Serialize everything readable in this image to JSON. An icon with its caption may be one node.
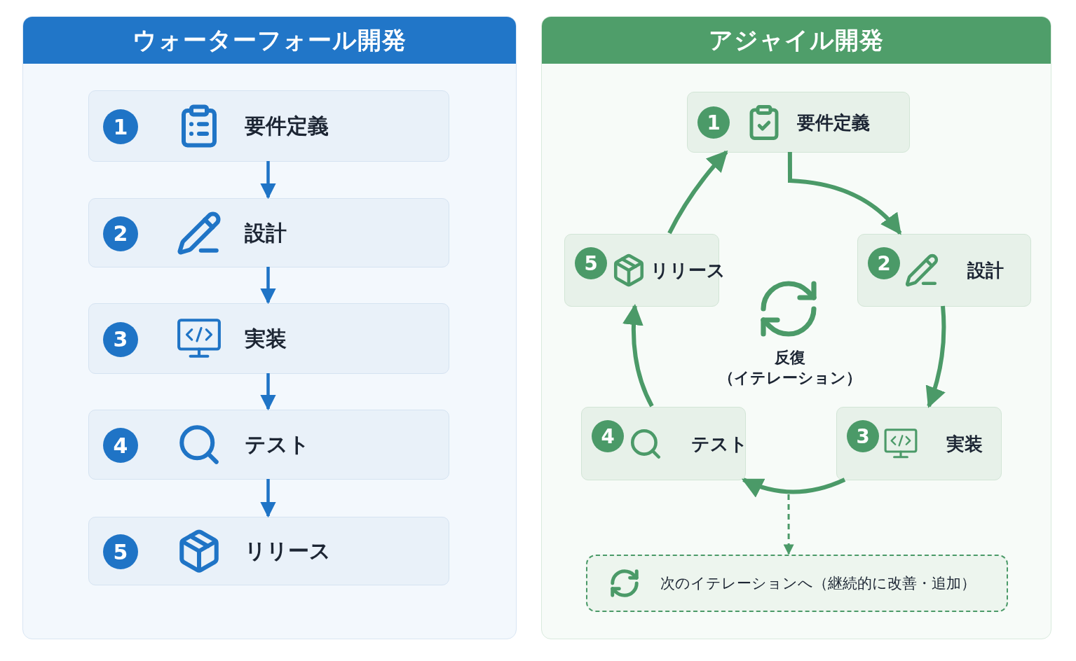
{
  "diagram": {
    "nodes": [
      {
        "text": [
          "ウォーターフォール開発"
        ]
      },
      {
        "text": [
          "1",
          "要件定義"
        ],
        "in": 0
      },
      {
        "text": [
          "2",
          "設計"
        ],
        "in": 0
      },
      {
        "text": [
          "3",
          "実装"
        ],
        "in": 0
      },
      {
        "text": [
          "4",
          "テスト"
        ],
        "in": 0
      },
      {
        "text": [
          "5",
          "リリース"
        ],
        "in": 0
      },
      {
        "text": [
          "アジャイル開発"
        ]
      },
      {
        "text": [
          "1",
          "要件定義"
        ],
        "in": 6
      },
      {
        "text": [
          "5",
          "リリース"
        ],
        "in": 6
      },
      {
        "text": [
          "2",
          "設計"
        ],
        "in": 6
      },
      {
        "text": [
          "4",
          "テスト"
        ],
        "in": 6
      },
      {
        "text": [
          "3",
          "実装"
        ],
        "in": 6
      },
      {
        "text": [
          "次のイテレーションへ（継続的に改善・追加）"
        ],
        "in": 6
      }
    ],
    "edges": [
      {
        "from": 1,
        "to": 2,
        "arrow": "to",
        "color": "#1f74c6"
      },
      {
        "from": 2,
        "to": 3,
        "arrow": "to",
        "color": "#1f74c6"
      },
      {
        "from": 3,
        "to": 4,
        "arrow": "to",
        "color": "#1f74c6"
      },
      {
        "from": 4,
        "to": 5,
        "arrow": "to",
        "color": "#1f74c6"
      },
      {
        "from": 7,
        "to": 9,
        "arrow": "to"
      },
      {
        "from": 9,
        "to": 11,
        "arrow": "to"
      },
      {
        "from": 11,
        "to": 10,
        "arrow": "to"
      },
      {
        "from": 10,
        "to": 8,
        "arrow": "to"
      },
      {
        "from": 8,
        "to": 7,
        "arrow": "to"
      },
      {
        "from": null,
        "to": 12,
        "arrow": "to",
        "style": "dashed"
      }
    ],
    "labels": [
      "反復",
      "（イテレーション）"
    ]
  }
}
